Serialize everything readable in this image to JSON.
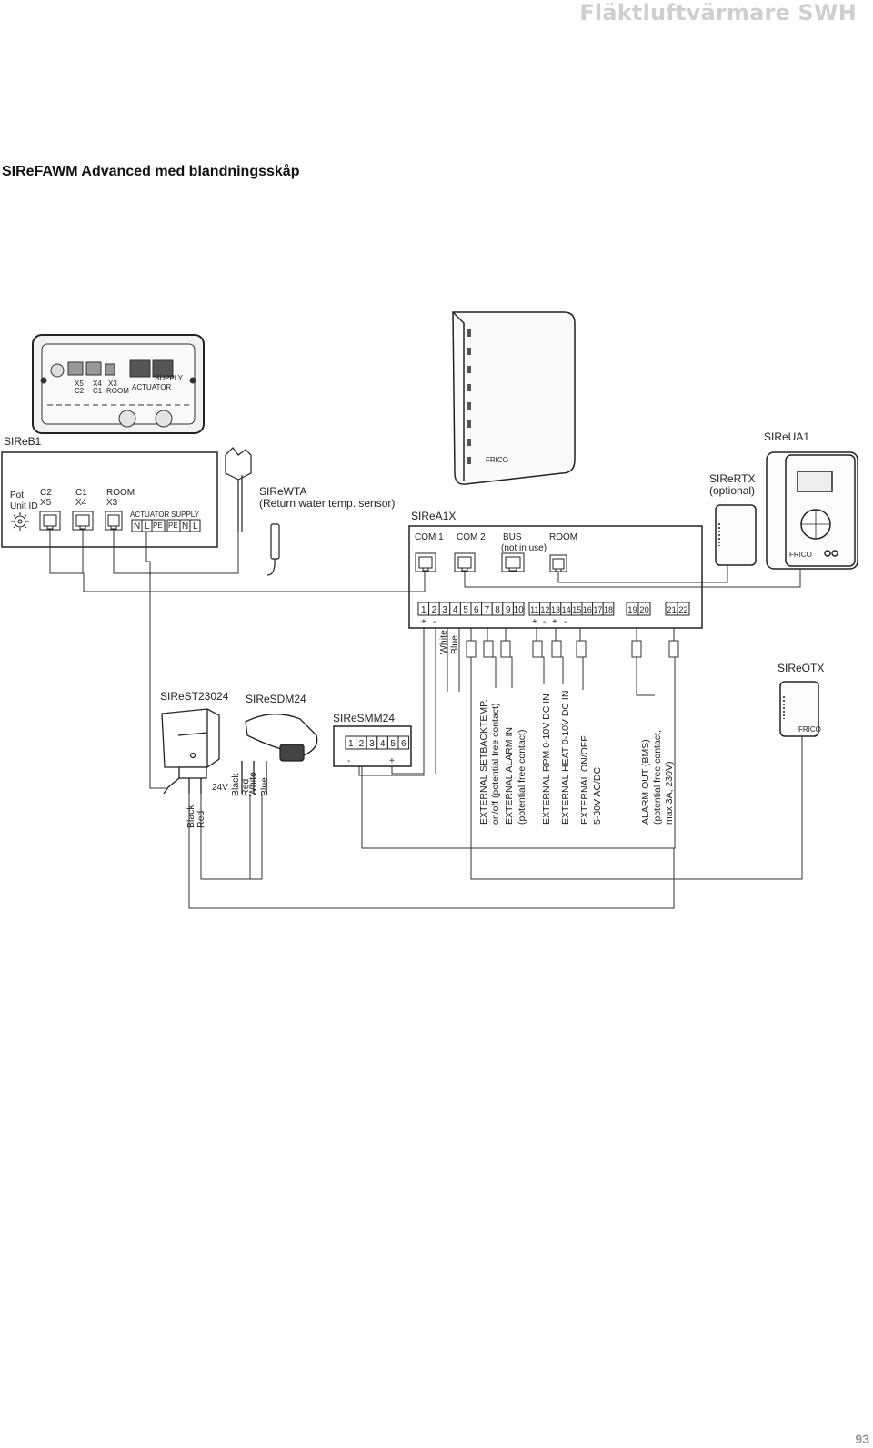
{
  "header": {
    "brand": "Fläktluftvärmare SWH",
    "page_number": "93"
  },
  "title": "SIReFAWM Advanced med blandningsskåp",
  "sireb1": {
    "name": "SIReB1",
    "pot": "Pot.",
    "unit_id": "Unit ID",
    "c2": "C2",
    "x5": "X5",
    "c1": "C1",
    "x4": "X4",
    "room": "ROOM",
    "x3": "X3",
    "actuator": "ACTUATOR",
    "supply": "SUPPLY",
    "n": "N",
    "l": "L",
    "pe": "PE"
  },
  "sirewta": {
    "name": "SIReWTA",
    "desc": "(Return water temp. sensor)"
  },
  "sirea1x": {
    "name": "SIReA1X",
    "com1": "COM 1",
    "com2": "COM 2",
    "bus": "BUS",
    "bus_note": "(not in use)",
    "room": "ROOM",
    "terminals_a": [
      "1",
      "2",
      "3",
      "4",
      "5",
      "6",
      "7",
      "8",
      "9",
      "10"
    ],
    "terminals_b": [
      "11",
      "12",
      "13",
      "14",
      "15",
      "16",
      "17",
      "18"
    ],
    "terminals_c": [
      "19",
      "20"
    ],
    "terminals_d": [
      "21",
      "22"
    ],
    "plus": "+",
    "minus": "-"
  },
  "sireua1": {
    "name": "SIReUA1"
  },
  "sirertx": {
    "name": "SIReRTX",
    "note": "(optional)"
  },
  "sireotx": {
    "name": "SIReOTX"
  },
  "sirest": {
    "name": "SIReST23024",
    "voltage": "24V",
    "black": "Black",
    "red": "Red"
  },
  "siresdm": {
    "name": "SIReSDM24",
    "black": "Black",
    "red": "Red",
    "white": "White",
    "blue": "Blue"
  },
  "siresmm": {
    "name": "SIReSMM24",
    "terminals": [
      "1",
      "2",
      "3",
      "4",
      "5",
      "6"
    ],
    "minus": "-",
    "plus": "+"
  },
  "wires": {
    "white": "White",
    "blue": "Blue"
  },
  "functions": {
    "setback_1": "EXTERNAL SETBACKTEMP.",
    "setback_2": "on/off (potential free contact)",
    "alarm_in_1": "EXTERNAL ALARM IN",
    "alarm_in_2": "(potential free contact)",
    "rpm": "EXTERNAL RPM 0-10V DC IN",
    "heat": "EXTERNAL HEAT 0-10V  DC IN",
    "onoff_1": "EXTERNAL ON/OFF",
    "onoff_2": "5-30V AC/DC",
    "alarm_out_1": "ALARM OUT (BMS)",
    "alarm_out_2": "(potential free contact,",
    "alarm_out_3": "max 3A, 230V)"
  },
  "pcb_silk": {
    "x5": "X5",
    "c2": "C2",
    "x4": "X4",
    "c1": "C1",
    "x3": "X3",
    "room": "ROOM",
    "actuator": "ACTUATOR",
    "supply": "SUPPLY"
  },
  "logo": "FRICO"
}
